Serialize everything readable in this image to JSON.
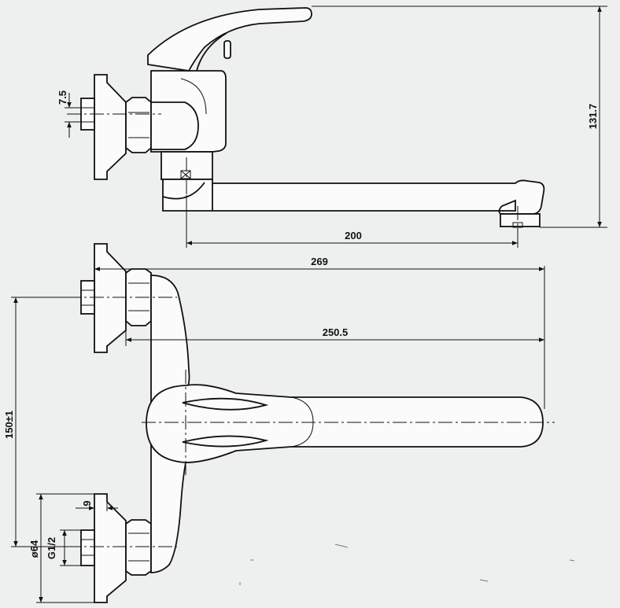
{
  "dimensions": {
    "d_7_5": "7.5",
    "d_131_7": "131.7",
    "d_200": "200",
    "d_269": "269",
    "d_250_5": "250.5",
    "d_150": "150±1",
    "d_9": "9",
    "d_64": "ø64",
    "d_g12": "G1/2"
  },
  "colors": {
    "background": "#eef0f0",
    "line": "#111111"
  }
}
